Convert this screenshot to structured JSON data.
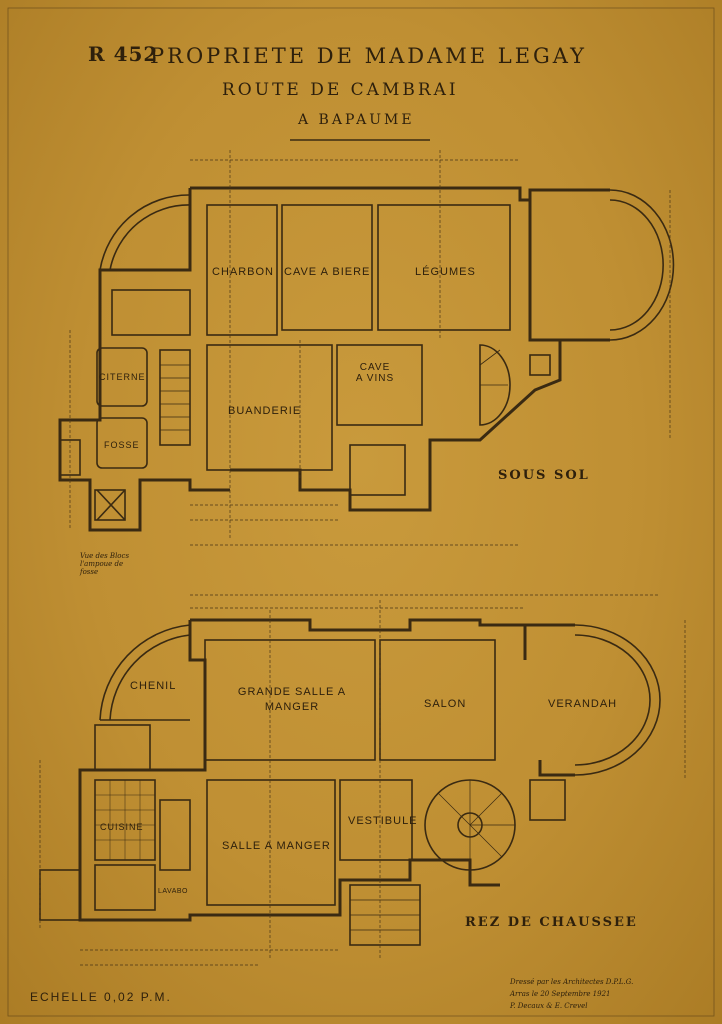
{
  "header": {
    "reference": "R 452",
    "title": "PROPRIETE DE MADAME LEGAY",
    "subtitle": "ROUTE DE CAMBRAI",
    "location": "A BAPAUME"
  },
  "plans": {
    "basement": {
      "label": "SOUS SOL",
      "rooms": [
        "CHARBON",
        "CAVE A BIERE",
        "LÉGUMES",
        "CITERNE",
        "FOSSE",
        "BUANDERIE",
        "CAVE A VINS"
      ],
      "note": "Vue des Blocs l'ampoue de fosse"
    },
    "ground_floor": {
      "label": "REZ DE CHAUSSEE",
      "rooms": [
        "CHENIL",
        "GRANDE SALLE A MANGER",
        "SALON",
        "VERANDAH",
        "CUISINE",
        "SALLE A MANGER",
        "VESTIBULE",
        "LAVABO"
      ]
    }
  },
  "footer": {
    "scale": "ECHELLE 0,02 P.M.",
    "credit_line1": "Dressé par les Architectes D.P.L.G.",
    "credit_line2": "Arras le 20 Septembre 1921",
    "credit_line3": "P. Decaux & E. Crevel"
  },
  "colors": {
    "paper": "#c4953a",
    "ink": "#3a2a12"
  }
}
